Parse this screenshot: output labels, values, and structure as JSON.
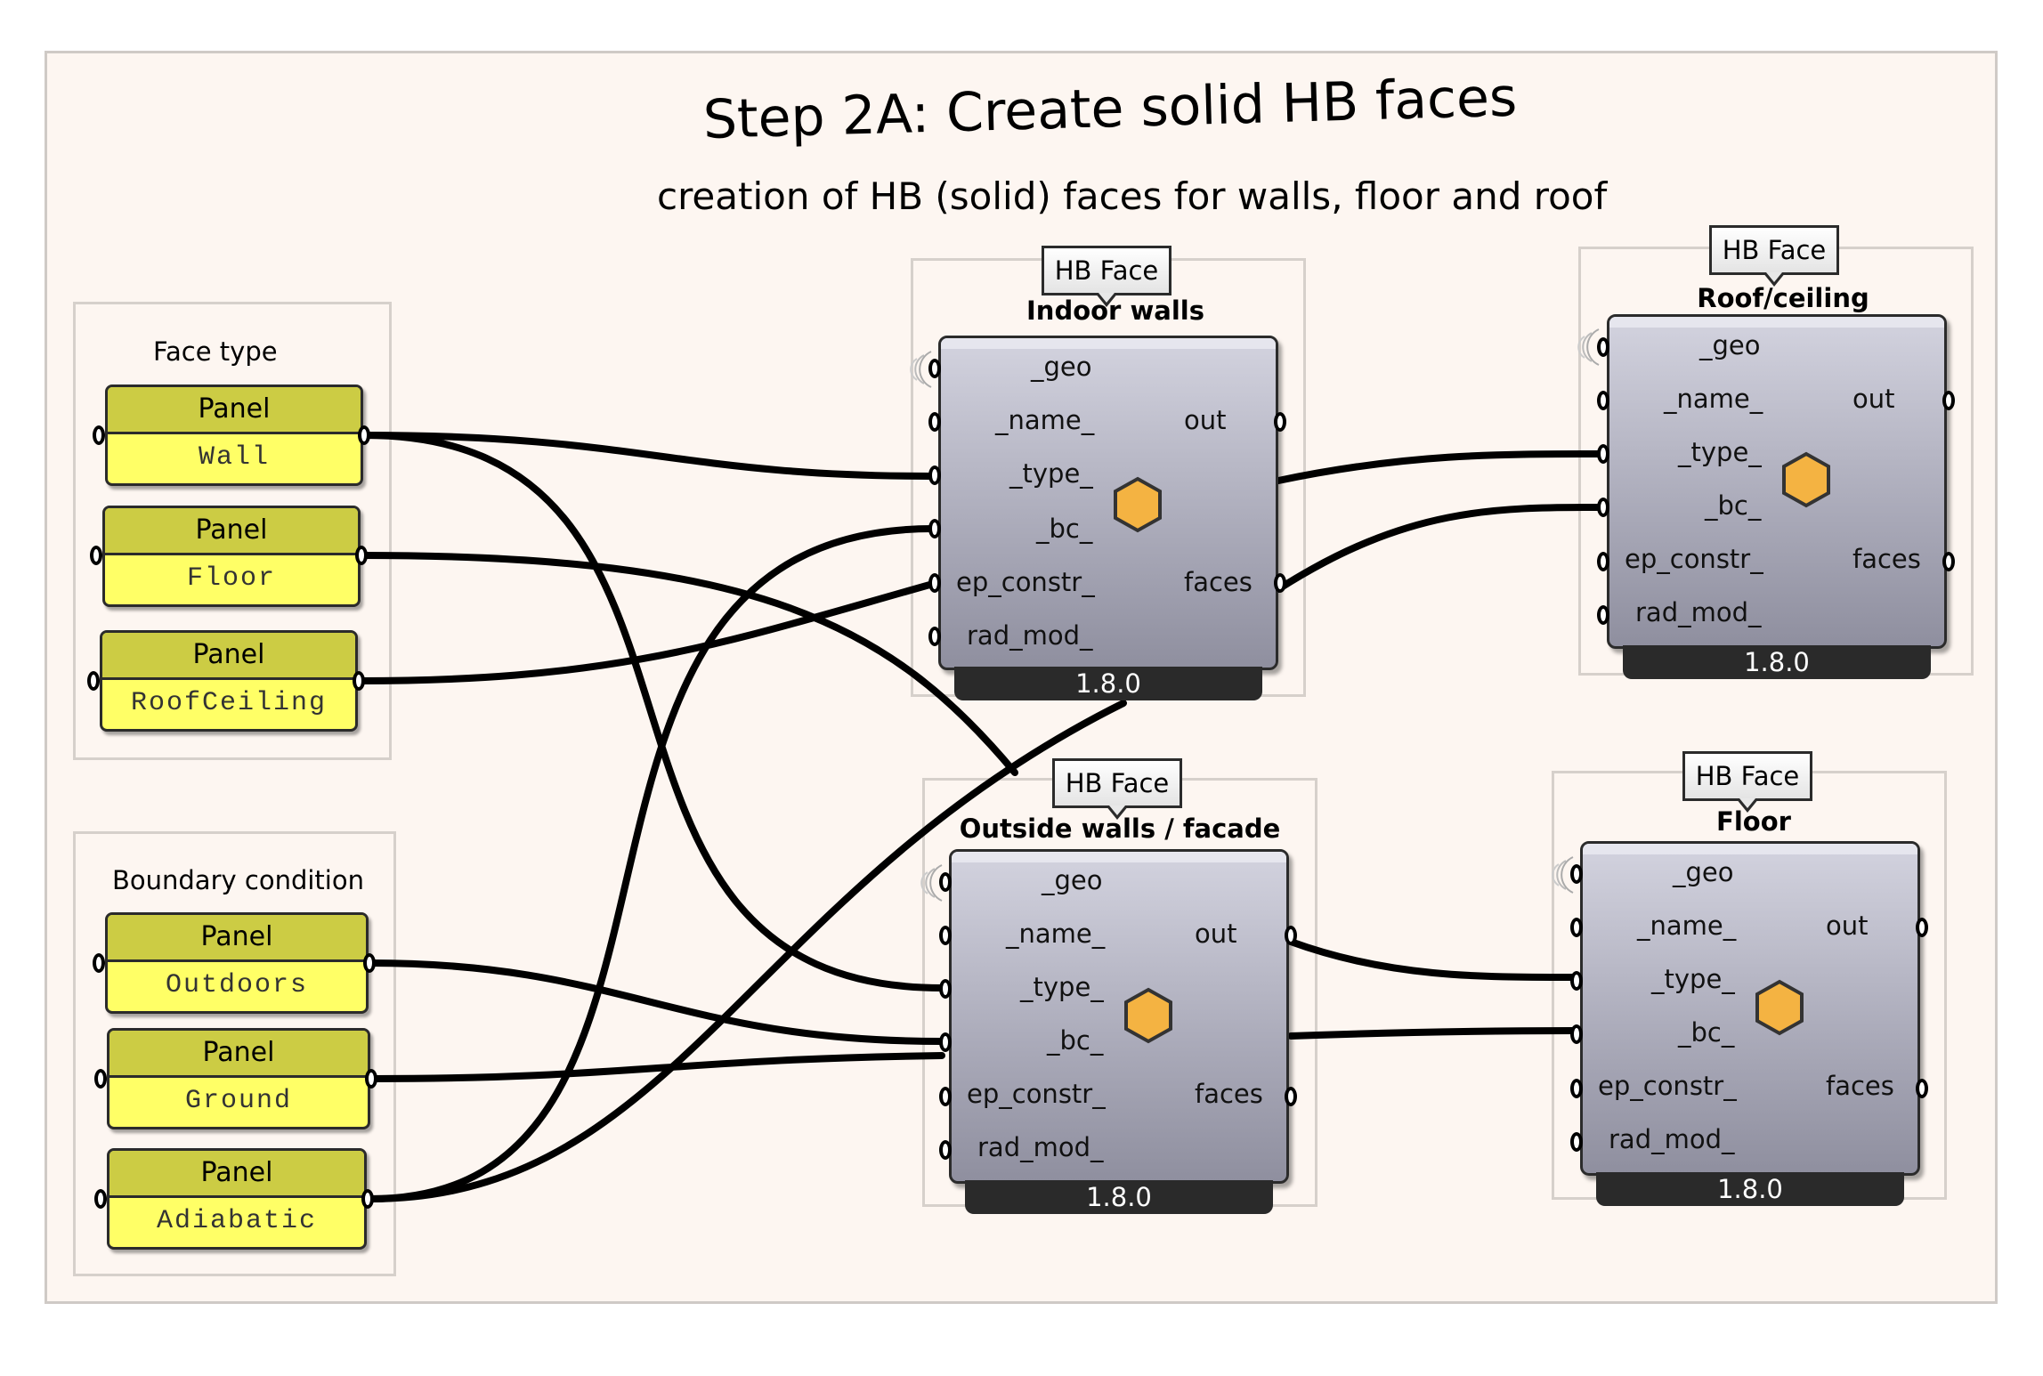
{
  "title": "Step 2A: Create solid HB faces",
  "subtitle": "creation of HB (solid) faces for walls, floor and roof",
  "groups": {
    "face_type": {
      "label": "Face type",
      "panels": [
        {
          "header": "Panel",
          "value": "Wall"
        },
        {
          "header": "Panel",
          "value": "Floor"
        },
        {
          "header": "Panel",
          "value": "RoofCeiling"
        }
      ]
    },
    "boundary_condition": {
      "label": "Boundary condition",
      "panels": [
        {
          "header": "Panel",
          "value": "Outdoors"
        },
        {
          "header": "Panel",
          "value": "Ground"
        },
        {
          "header": "Panel",
          "value": "Adiabatic"
        }
      ]
    }
  },
  "components": [
    {
      "tag": "HB Face",
      "nickname": "Indoor walls",
      "inputs": [
        "_geo",
        "_name_",
        "_type_",
        "_bc_",
        "ep_constr_",
        "rad_mod_"
      ],
      "outputs": [
        "out",
        "faces"
      ],
      "version": "1.8.0"
    },
    {
      "tag": "HB Face",
      "nickname": "Roof/ceiling",
      "inputs": [
        "_geo",
        "_name_",
        "_type_",
        "_bc_",
        "ep_constr_",
        "rad_mod_"
      ],
      "outputs": [
        "out",
        "faces"
      ],
      "version": "1.8.0"
    },
    {
      "tag": "HB Face",
      "nickname": "Outside walls / facade",
      "inputs": [
        "_geo",
        "_name_",
        "_type_",
        "_bc_",
        "ep_constr_",
        "rad_mod_"
      ],
      "outputs": [
        "out",
        "faces"
      ],
      "version": "1.8.0"
    },
    {
      "tag": "HB Face",
      "nickname": "Floor",
      "inputs": [
        "_geo",
        "_name_",
        "_type_",
        "_bc_",
        "ep_constr_",
        "rad_mod_"
      ],
      "outputs": [
        "out",
        "faces"
      ],
      "version": "1.8.0"
    }
  ],
  "colors": {
    "canvas": "#fdf6f1",
    "panel_body": "#ffff66",
    "panel_header": "#cccc44",
    "component_body": "#a9a9b8",
    "version_bar": "#2a2a2a",
    "hex_icon": "#f4b342",
    "wire": "#000000"
  },
  "icons": [
    "honeybee-hexagon-icon",
    "wireless-input-icon"
  ]
}
